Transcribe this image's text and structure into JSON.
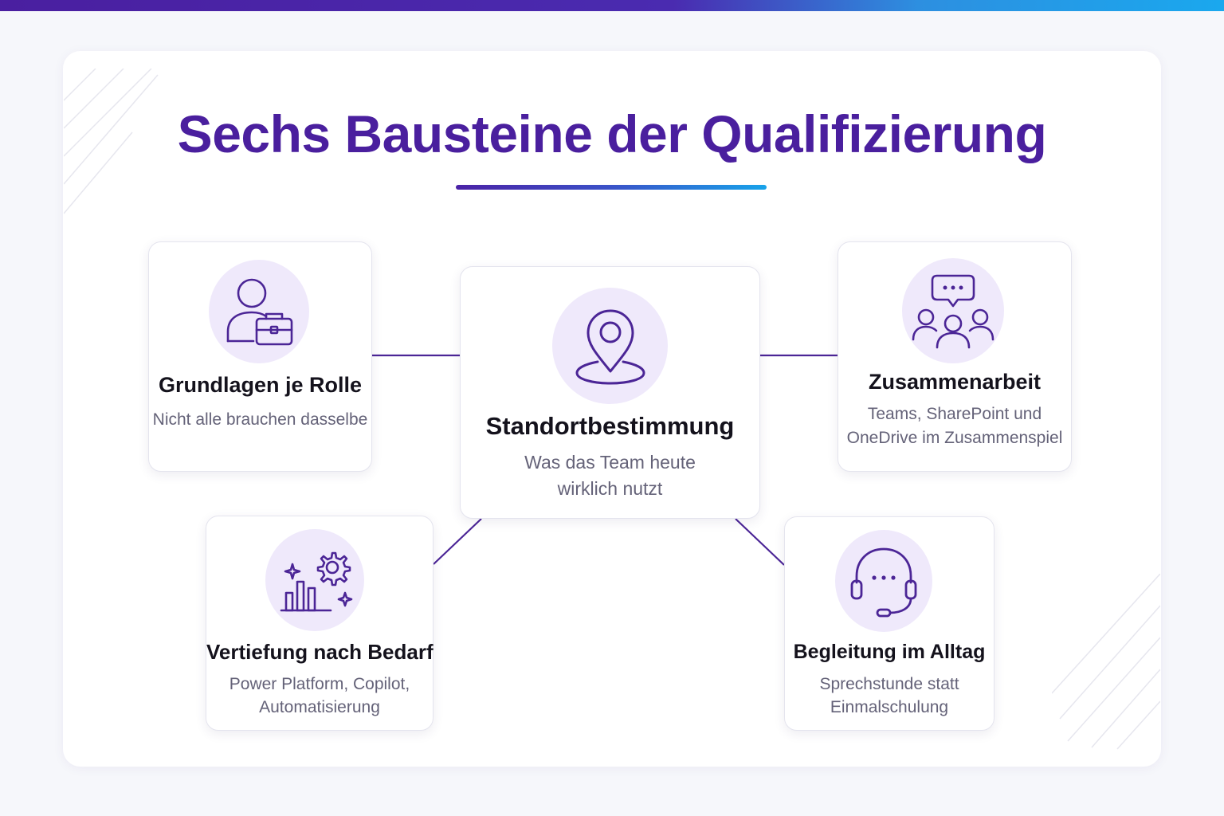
{
  "title": "Sechs Bausteine der Qualifizierung",
  "colors": {
    "accent": "#4a1f9e",
    "icon_stroke": "#4b2596",
    "icon_bg": "#efe9fb",
    "connector": "#4b2596",
    "gradient_end": "#17a3ea"
  },
  "nodes": {
    "grundlagen": {
      "icon": "user-briefcase-icon",
      "title": "Grundlagen je Rolle",
      "desc": [
        "Nicht alle brauchen dasselbe"
      ]
    },
    "standort": {
      "icon": "location-pin-icon",
      "title": "Standortbestimmung",
      "desc": [
        "Was das Team heute",
        "wirklich nutzt"
      ]
    },
    "zusammenarbeit": {
      "icon": "team-chat-icon",
      "title": "Zusammenarbeit",
      "desc": [
        "Teams, SharePoint und",
        "OneDrive im Zusammenspiel"
      ]
    },
    "vertiefung": {
      "icon": "chart-gear-icon",
      "title": "Vertiefung nach Bedarf",
      "desc": [
        "Power Platform, Copilot,",
        "Automatisierung"
      ]
    },
    "begleitung": {
      "icon": "headset-icon",
      "title": "Begleitung im Alltag",
      "desc": [
        "Sprechstunde statt",
        "Einmalschulung"
      ]
    }
  }
}
